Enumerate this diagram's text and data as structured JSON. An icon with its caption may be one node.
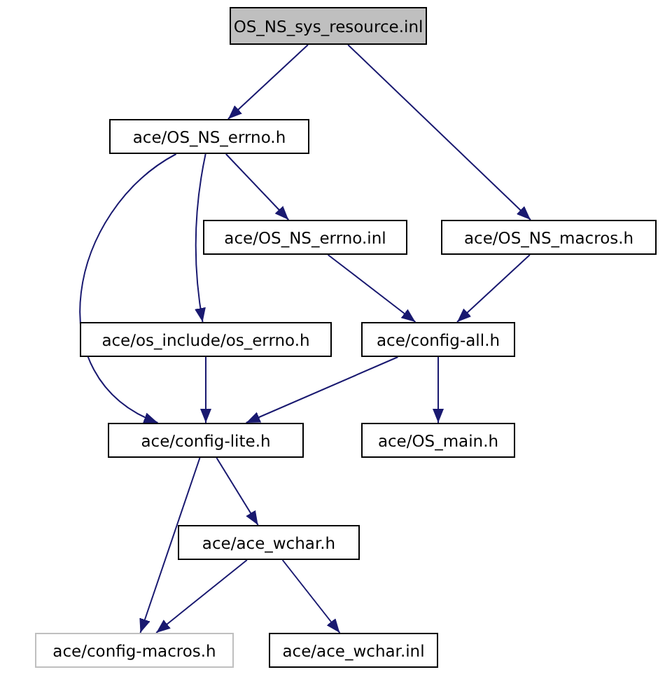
{
  "diagram": {
    "nodes": [
      {
        "text": [
          "OS_NS_sys_resource.inl"
        ]
      },
      {
        "text": [
          "ace/OS_NS_errno.h"
        ]
      },
      {
        "text": [
          "ace/OS_NS_errno.inl"
        ]
      },
      {
        "text": [
          "ace/OS_NS_macros.h"
        ]
      },
      {
        "text": [
          "ace/os_include/os_errno.h"
        ]
      },
      {
        "text": [
          "ace/config-all.h"
        ]
      },
      {
        "text": [
          "ace/config-lite.h"
        ]
      },
      {
        "text": [
          "ace/OS_main.h"
        ]
      },
      {
        "text": [
          "ace/ace_wchar.h"
        ]
      },
      {
        "text": [
          "ace/config-macros.h"
        ]
      },
      {
        "text": [
          "ace/ace_wchar.inl"
        ]
      }
    ],
    "edges": [
      {
        "from": 0,
        "to": 1,
        "arrow": "to"
      },
      {
        "from": 0,
        "to": 3,
        "arrow": "to"
      },
      {
        "from": 1,
        "to": 2,
        "arrow": "to"
      },
      {
        "from": 1,
        "to": 4,
        "arrow": "to"
      },
      {
        "from": 1,
        "to": 6,
        "arrow": "to"
      },
      {
        "from": 2,
        "to": 5,
        "arrow": "to"
      },
      {
        "from": 3,
        "to": 5,
        "arrow": "to"
      },
      {
        "from": 4,
        "to": 6,
        "arrow": "to"
      },
      {
        "from": 5,
        "to": 6,
        "arrow": "to"
      },
      {
        "from": 5,
        "to": 7,
        "arrow": "to"
      },
      {
        "from": 6,
        "to": 8,
        "arrow": "to"
      },
      {
        "from": 6,
        "to": 9,
        "arrow": "to"
      },
      {
        "from": 8,
        "to": 9,
        "arrow": "to"
      },
      {
        "from": 8,
        "to": 10,
        "arrow": "to"
      }
    ]
  }
}
